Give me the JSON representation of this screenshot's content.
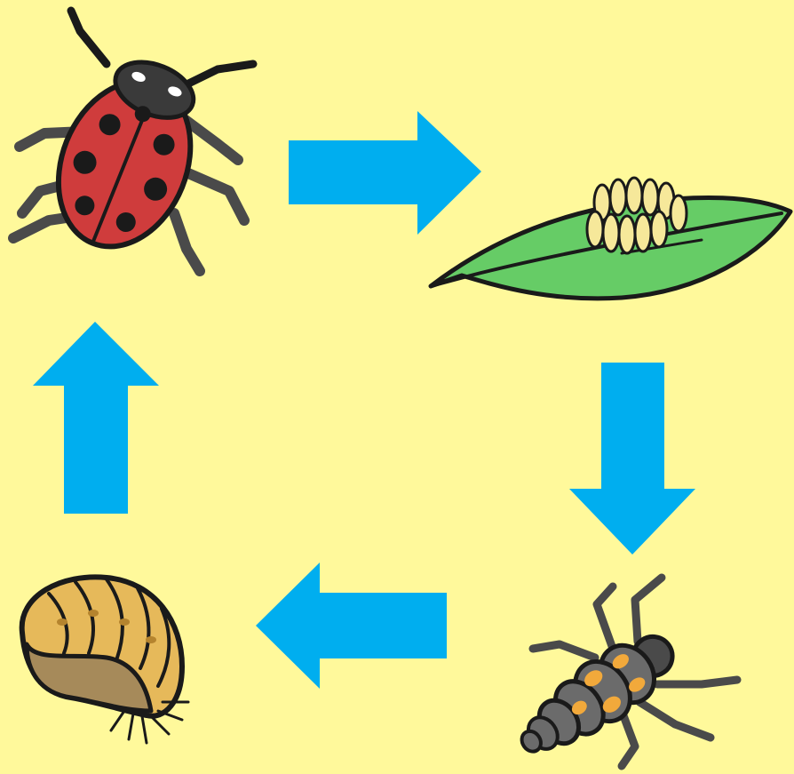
{
  "diagram": {
    "type": "life-cycle",
    "background_color": "#fff99b",
    "arrow_color": "#00aeef",
    "stages": [
      {
        "id": "adult",
        "icon": "ladybird-adult-icon"
      },
      {
        "id": "eggs",
        "icon": "eggs-on-leaf-icon"
      },
      {
        "id": "larva",
        "icon": "ladybird-larva-icon"
      },
      {
        "id": "pupa",
        "icon": "ladybird-pupa-icon"
      }
    ],
    "arrows": [
      {
        "from": "adult",
        "to": "eggs",
        "direction": "right"
      },
      {
        "from": "eggs",
        "to": "larva",
        "direction": "down"
      },
      {
        "from": "larva",
        "to": "pupa",
        "direction": "left"
      },
      {
        "from": "pupa",
        "to": "adult",
        "direction": "up"
      }
    ]
  }
}
